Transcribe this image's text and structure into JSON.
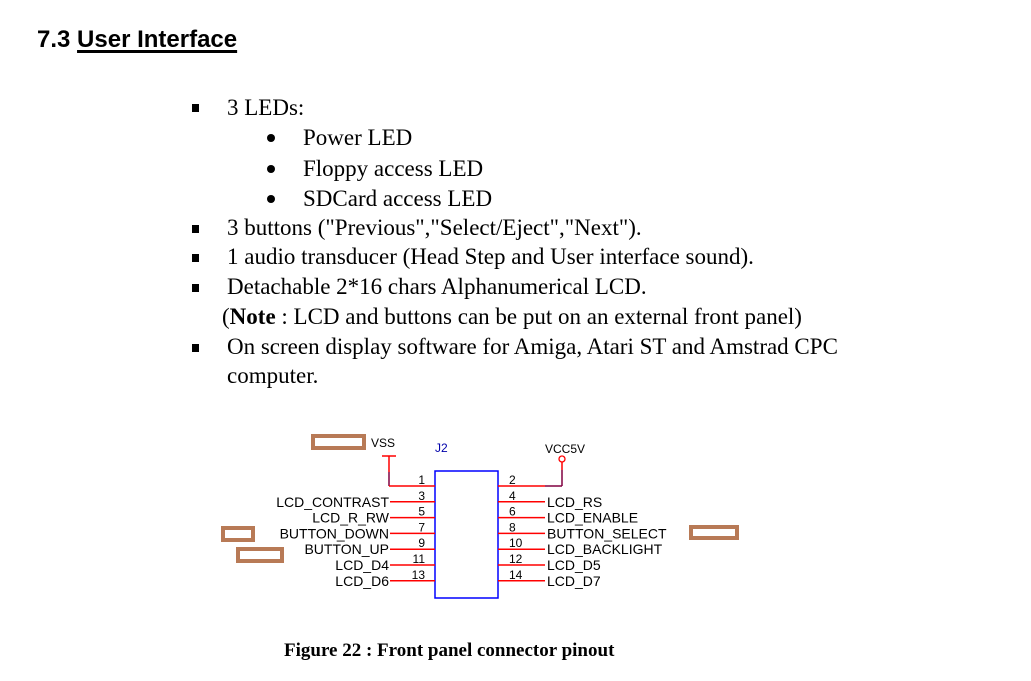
{
  "section": {
    "number": "7.3",
    "title": "User Interface"
  },
  "bullets": [
    {
      "text": "3 LEDs:",
      "sub": [
        "Power LED",
        "Floppy access LED",
        "SDCard access LED"
      ]
    },
    {
      "text": "3 buttons (\"Previous\",\"Select/Eject\",\"Next\")."
    },
    {
      "text": "1 audio transducer (Head Step and User interface sound)."
    },
    {
      "text": "Detachable 2*16 chars Alphanumerical LCD."
    },
    {
      "text": "On screen display software for Amiga, Atari ST and Amstrad CPC",
      "continuation": "computer."
    }
  ],
  "note": {
    "open": "(",
    "label": "Note",
    "text": " : LCD and buttons can be put on an external front panel)"
  },
  "schematic": {
    "ref": "J2",
    "vss_label": "VSS",
    "vcc_label": "VCC5V",
    "colors": {
      "wire": "#ff0000",
      "box": "#0000ff",
      "redaction": "#b87a56",
      "ref": "#0000aa",
      "power_wire": "#800040"
    },
    "left_pins": [
      {
        "pin": "1",
        "net": ""
      },
      {
        "pin": "3",
        "net": "LCD_CONTRAST"
      },
      {
        "pin": "5",
        "net": "LCD_R_RW"
      },
      {
        "pin": "7",
        "net": "BUTTON_DOWN"
      },
      {
        "pin": "9",
        "net": "BUTTON_UP"
      },
      {
        "pin": "11",
        "net": "LCD_D4"
      },
      {
        "pin": "13",
        "net": "LCD_D6"
      }
    ],
    "right_pins": [
      {
        "pin": "2",
        "net": ""
      },
      {
        "pin": "4",
        "net": "LCD_RS"
      },
      {
        "pin": "6",
        "net": "LCD_ENABLE"
      },
      {
        "pin": "8",
        "net": "BUTTON_SELECT"
      },
      {
        "pin": "10",
        "net": "LCD_BACKLIGHT"
      },
      {
        "pin": "12",
        "net": "LCD_D5"
      },
      {
        "pin": "14",
        "net": "LCD_D7"
      }
    ]
  },
  "caption": "Figure 22 : Front panel connector pinout"
}
